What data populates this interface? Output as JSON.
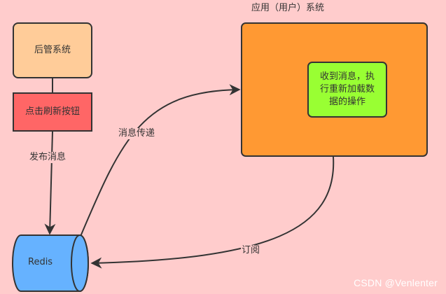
{
  "nodes": {
    "admin": "后管系统",
    "refresh": "点击刷新按钮",
    "app_title": "应用（用户）系统",
    "operation": "收到消息，执\n行重新加载数\n据的操作",
    "redis": "Redis"
  },
  "edges": {
    "publish": "发布消息",
    "transfer": "消息传递",
    "subscribe": "订阅"
  },
  "watermark": "CSDN @Venlenter",
  "colors": {
    "background": "#ffcccc",
    "admin": "#ffcc99",
    "refresh": "#ff6666",
    "app": "#ff9933",
    "operation": "#99ff33",
    "redis": "#66b2ff",
    "stroke": "#333333"
  }
}
